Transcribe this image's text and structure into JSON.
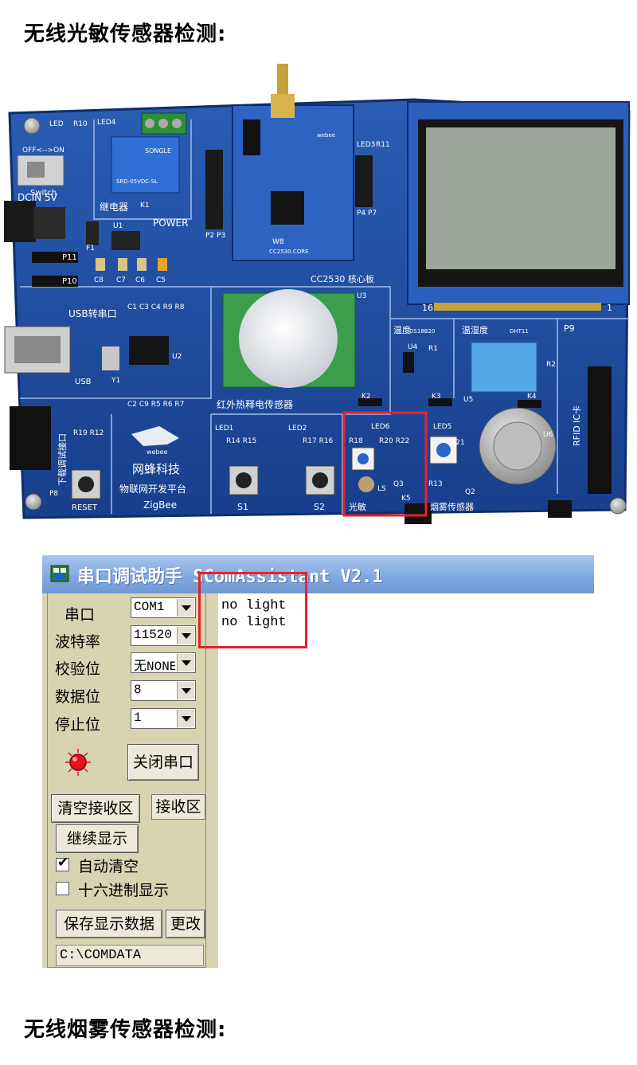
{
  "headings": {
    "light_sensor": "无线光敏传感器检测:",
    "smoke_sensor": "无线烟雾传感器检测:"
  },
  "board": {
    "labels": {
      "power_led": "LED",
      "r10": "R10",
      "led4": "LED4",
      "switch_top": "OFF<-->ON",
      "switch": "Switch",
      "dcin": "DCIN 5V",
      "relay_brand": "SONGLE",
      "relay_model": "SRD-05VDC-SL",
      "relay": "继电器",
      "k1": "K1",
      "power": "POWER",
      "u1": "U1",
      "f1": "F1",
      "p11": "P11",
      "p10": "P10",
      "c8": "C8",
      "c7": "C7",
      "c6": "C6",
      "c5": "C5",
      "p2p3": "P2 P3",
      "webee_small": "webee",
      "w8": "W8",
      "module": "CC2530.CORE",
      "cc_board": "CC2530 核心板",
      "led3": "LED3",
      "r11": "R11",
      "p4p7": "P4 P7",
      "lcd_16": "16",
      "lcd_1": "1",
      "usb_serial": "USB转串口",
      "usb": "USB",
      "caps_top": "C1 C3 C4 R9 R8",
      "caps_bottom": "C2 C9 R5 R6 R7",
      "u2": "U2",
      "y1": "Y1",
      "u3": "U3",
      "pir": "红外热释电传感器",
      "temp": "温度",
      "ds18b20": "DS18B20",
      "humid": "温湿度",
      "dht11": "DHT11",
      "u4": "U4",
      "r1": "R1",
      "u5": "U5",
      "r2": "R2",
      "p9": "P9",
      "k2": "K2",
      "k3": "K3",
      "k4": "K4",
      "rfid": "RFID IC卡",
      "download": "下载调试接口",
      "r19r12": "R19 R12",
      "p8": "P8",
      "reset": "RESET",
      "webee": "webee",
      "brand": "网蜂科技",
      "platform": "物联网开发平台",
      "zigbee": "ZigBee",
      "led1": "LED1",
      "r14r15": "R14 R15",
      "s1": "S1",
      "led2": "LED2",
      "r17r16": "R17 R16",
      "s2": "S2",
      "led6": "LED6",
      "r18": "R18",
      "r20r22": "R20 R22",
      "ls": "LS",
      "q3": "Q3",
      "k5": "K5",
      "light": "光敏",
      "led5": "LED5",
      "r21": "R21",
      "r13": "R13",
      "q2": "Q2",
      "u6": "U6",
      "smoke": "烟雾传感器"
    }
  },
  "window": {
    "title": "串口调试助手 SComAssistant V2.1",
    "settings": {
      "port_label": "串口",
      "port_value": "COM1",
      "baud_label": "波特率",
      "baud_value": "11520",
      "parity_label": "校验位",
      "parity_value": "无NONE",
      "databits_label": "数据位",
      "databits_value": "8",
      "stopbits_label": "停止位",
      "stopbits_value": "1"
    },
    "close_port_label": "关闭串口",
    "clear_recv_label": "清空接收区",
    "recv_tab_label": "接收区",
    "continue_label": "继续显示",
    "auto_clear_label": "自动清空",
    "auto_clear_checked": true,
    "hex_display_label": "十六进制显示",
    "hex_display_checked": false,
    "save_label": "保存显示数据",
    "change_label": "更改",
    "path_value": "C:\\COMDATA",
    "receive_lines": [
      "no light",
      "no light"
    ],
    "status_lamp_color": "#e8121b"
  },
  "colors": {
    "highlight": "#e8202b",
    "board_blue": "#1c4a9c",
    "title_blue": "#7fa7de"
  }
}
